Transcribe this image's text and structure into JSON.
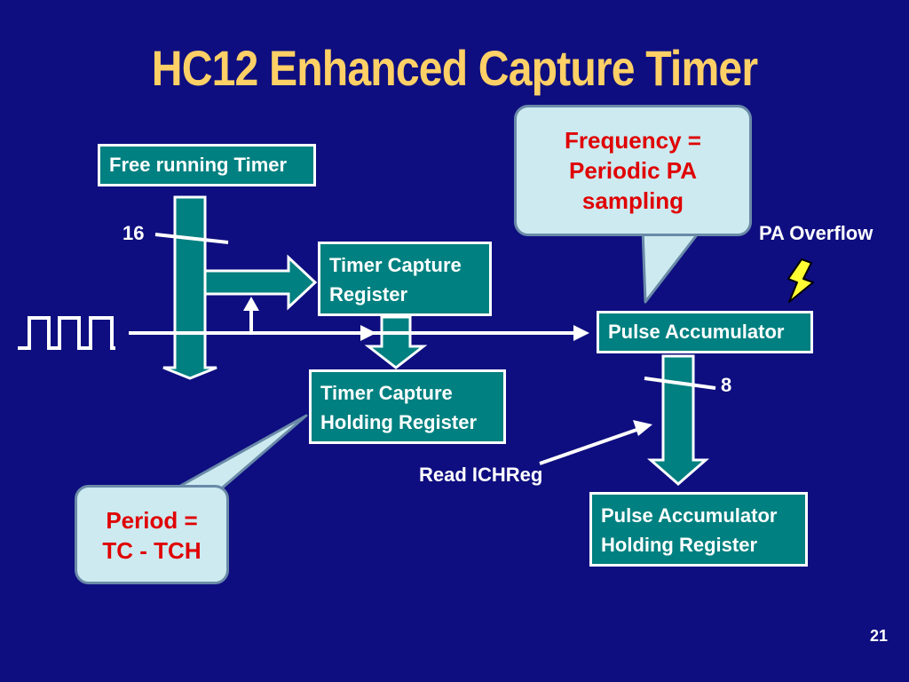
{
  "title": "HC12 Enhanced Capture Timer",
  "boxes": {
    "free_running_timer": "Free running Timer",
    "timer_capture_register": [
      "Timer Capture",
      "Register"
    ],
    "timer_capture_holding_register": [
      "Timer Capture",
      "Holding Register"
    ],
    "pulse_accumulator": "Pulse Accumulator",
    "pulse_accumulator_holding_register": [
      "Pulse Accumulator",
      "Holding Register"
    ]
  },
  "labels": {
    "bus_width_timer": "16",
    "bus_width_pa": "8",
    "pa_overflow": "PA Overflow",
    "read_ichreg": "Read ICHReg"
  },
  "callouts": {
    "frequency": [
      "Frequency =",
      "Periodic PA",
      "sampling"
    ],
    "period": [
      "Period =",
      "TC - TCH"
    ]
  },
  "page_number": "21",
  "colors": {
    "background": "#0e0e80",
    "title": "#ffd066",
    "box_fill": "#008080",
    "box_border": "#ffffff",
    "callout_fill": "#cceaf0",
    "callout_text": "#e00000",
    "lightning": "#ffff33"
  },
  "icons": [
    "pulse-train-icon",
    "lightning-icon"
  ]
}
